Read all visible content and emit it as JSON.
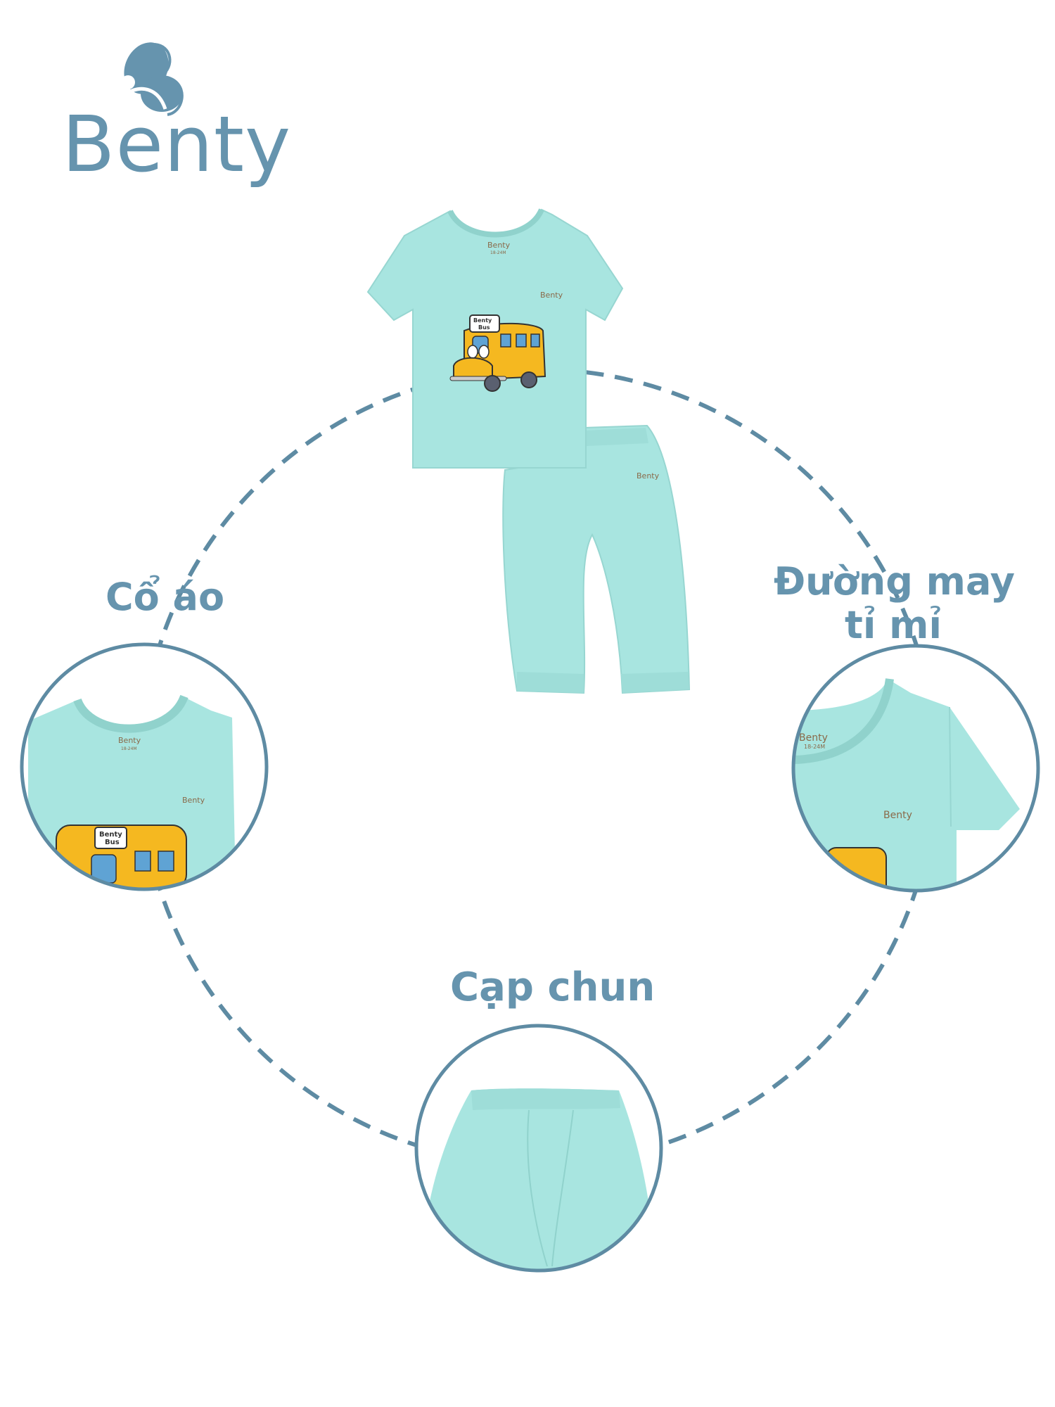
{
  "brand": {
    "name": "Benty",
    "color": "#6694AE"
  },
  "product": {
    "shirt_neck_label": "Benty",
    "shirt_size_label": "18-24M",
    "shirt_chest_logo": "Benty",
    "pants_logo": "Benty",
    "print_sign_line1": "Benty",
    "print_sign_line2": "Bus",
    "fabric_color": "#A8E5E0",
    "bus_color": "#F5B820"
  },
  "features": [
    {
      "label": "Cổ áo"
    },
    {
      "label_line1": "Đường may",
      "label_line2": "tỉ mỉ"
    },
    {
      "label": "Cạp chun"
    }
  ],
  "details": {
    "collar_neck_label": "Benty",
    "collar_size_label": "18-24M",
    "collar_chest_logo": "Benty",
    "seam_neck_label": "Benty",
    "seam_size_label": "18-24M",
    "seam_chest_logo": "Benty"
  },
  "style": {
    "stroke_color": "#5E8BA3"
  }
}
